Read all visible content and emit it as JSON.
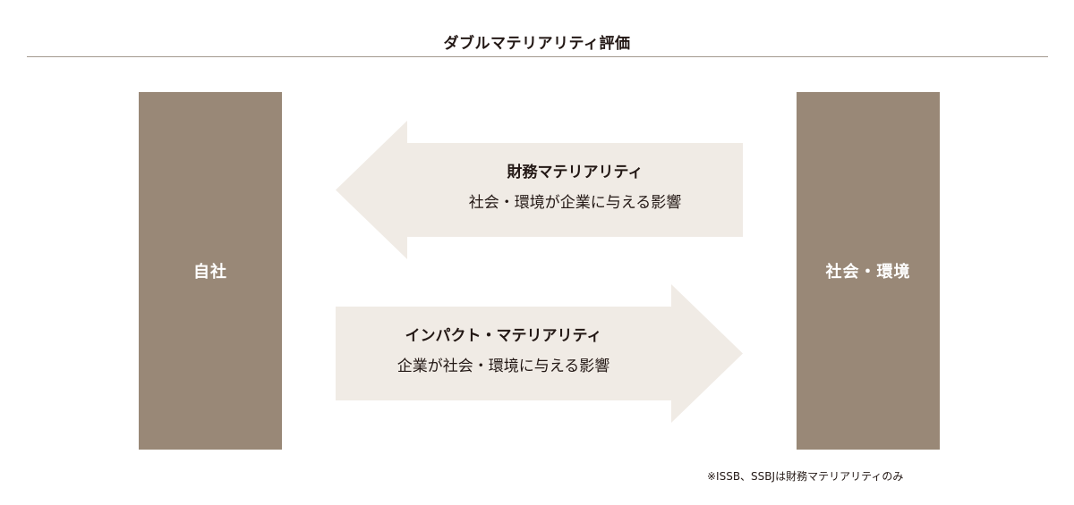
{
  "title": "ダブルマテリアリティ評価",
  "left_entity": "自社",
  "right_entity": "社会・環境",
  "financial": {
    "heading": "財務マテリアリティ",
    "description": "社会・環境が企業に与える影響"
  },
  "impact": {
    "heading": "インパクト・マテリアリティ",
    "description": "企業が社会・環境に与える影響"
  },
  "footnote": "※ISSB、SSBJは財務マテリアリティのみ",
  "colors": {
    "pillar": "#998877",
    "arrow": "#f0ebe5",
    "rule": "#a39a8f"
  }
}
